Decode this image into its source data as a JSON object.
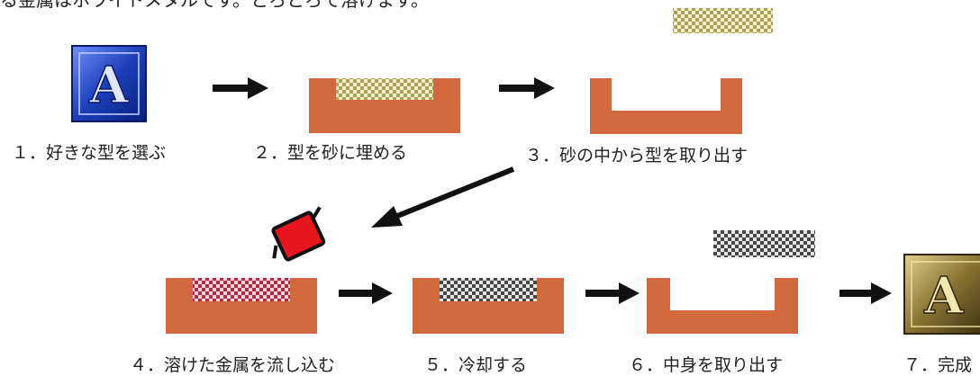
{
  "top_caption": "る金属はホワイトメタルです。とろとろで溶けます。",
  "emblem_letter": "A",
  "steps": [
    {
      "label": "１．好きな型を選ぶ"
    },
    {
      "label": "２．型を砂に埋める"
    },
    {
      "label": "３．砂の中から型を取り出す"
    },
    {
      "label": "４．溶けた金属を流し込む"
    },
    {
      "label": "５．冷却する"
    },
    {
      "label": "６．中身を取り出す"
    },
    {
      "label": "７．完成"
    }
  ],
  "colors": {
    "sand": "#d2693c",
    "arrow": "#111111",
    "pattern_tan": "#c9c07a",
    "pattern_red": "#c43a4f",
    "pattern_gray": "#555555",
    "ladle_red": "#e8141e",
    "blue_plate": "#1c3fb8",
    "gold_plate": "#8a7433"
  }
}
